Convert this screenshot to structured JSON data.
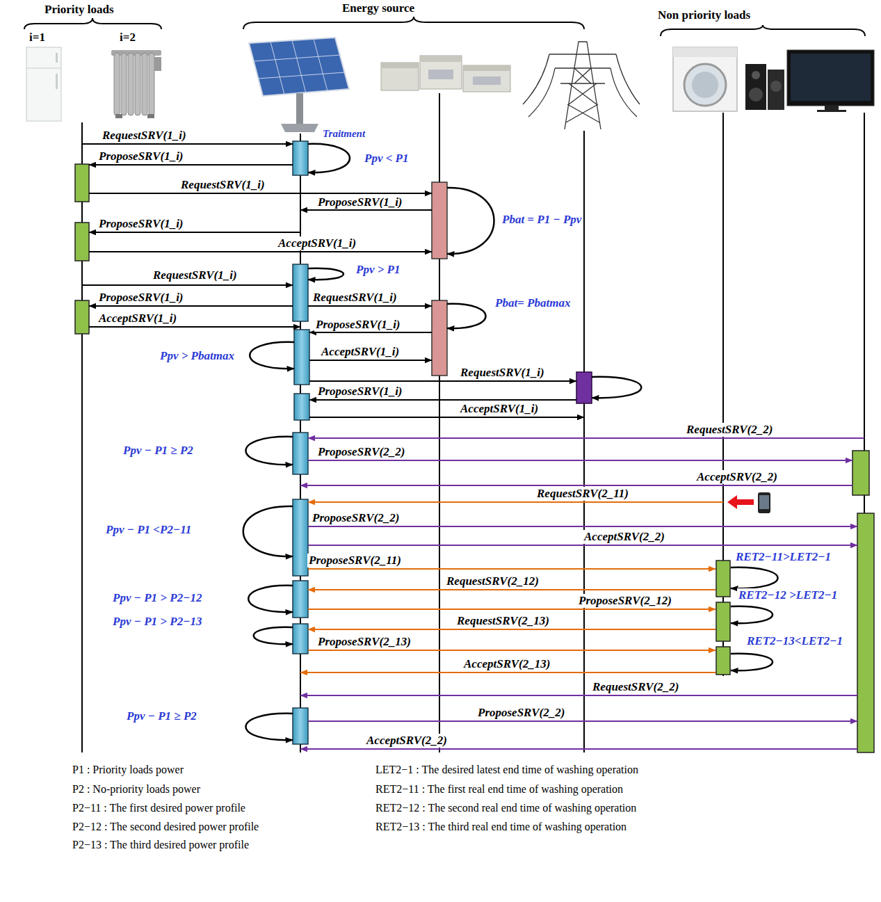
{
  "diagram": {
    "labels": [
      "Priority loads",
      "Energy source",
      "Non priority loads",
      "i=1",
      "i=2",
      "RequestSRV(1_i)",
      "Traitment",
      "ProposeSRV(1_i)",
      "Ppv < P1",
      "RequestSRV(1_i)",
      "ProposeSRV(1_i)",
      "Pbat = P1 − Ppv",
      "ProposeSRV(1_i)",
      "AcceptSRV(1_i)",
      "RequestSRV(1_i)",
      "Ppv > P1",
      "ProposeSRV(1_i)",
      "RequestSRV(1_i)",
      "Pbat= Pbatmax",
      "AcceptSRV(1_i)",
      "ProposeSRV(1_i)",
      "Ppv > Pbatmax",
      "AcceptSRV(1_i)",
      "RequestSRV(1_i)",
      "ProposeSRV(1_i)",
      "AcceptSRV(1_i)",
      "RequestSRV(2_2)",
      "Ppv − P1 ≥ P2",
      "ProposeSRV(2_2)",
      "AcceptSRV(2_2)",
      "RequestSRV(2_11)",
      "Ppv − P1 <P2−11",
      "ProposeSRV(2_2)",
      "AcceptSRV(2_2)",
      "ProposeSRV(2_11)",
      "RET2−11>LET2−1",
      "RequestSRV(2_12)",
      "Ppv − P1 > P2−12",
      "ProposeSRV(2_12)",
      "RET2−12 >LET2−1",
      "RequestSRV(2_13)",
      "Ppv − P1 > P2−13",
      "ProposeSRV(2_13)",
      "RET2−13<LET2−1",
      "AcceptSRV(2_13)",
      "RequestSRV(2_2)",
      "Ppv − P1 ≥ P2",
      "ProposeSRV(2_2)",
      "AcceptSRV(2_2)",
      "P1 : Priority loads power",
      "P2 : No-priority loads power",
      "P2−11 : The first desired power profile",
      "P2−12 : The second desired power profile",
      "P2−13 : The third desired power profile",
      "LET2−1 : The desired latest end time of washing operation",
      "RET2−11 : The first real end time of washing operation",
      "RET2−12 : The second real end time of washing operation",
      "RET2−13 : The third real end time of washing operation"
    ]
  }
}
